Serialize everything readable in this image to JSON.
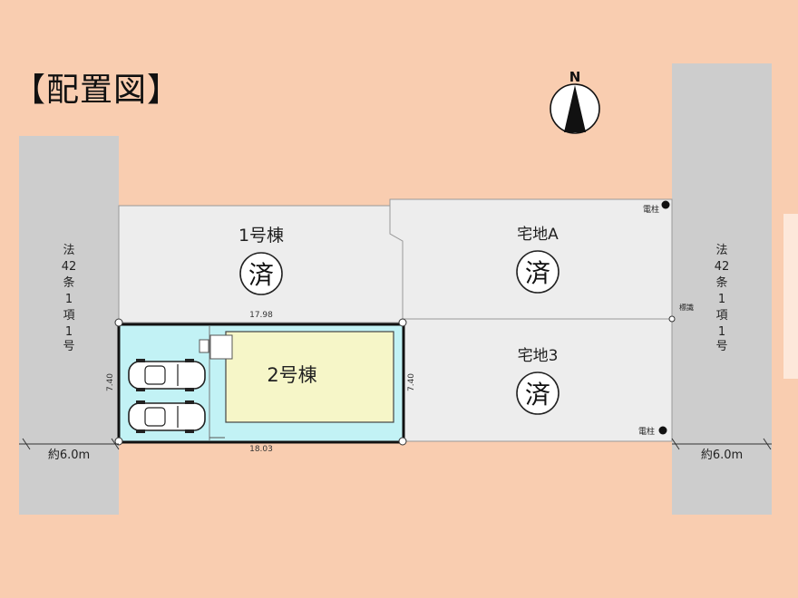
{
  "title": "【配置図】",
  "compass": {
    "label": "N"
  },
  "roads": {
    "left": {
      "label": [
        "法",
        "42",
        "条",
        "1",
        "項",
        "1",
        "号"
      ],
      "width_label": "約6.0m"
    },
    "right": {
      "label": [
        "法",
        "42",
        "条",
        "1",
        "項",
        "1",
        "号"
      ],
      "width_label": "約6.0m"
    }
  },
  "lots": {
    "lot1": {
      "name": "1号棟",
      "status": "済"
    },
    "lotA": {
      "name": "宅地A",
      "status": "済"
    },
    "lot3": {
      "name": "宅地3",
      "status": "済"
    },
    "lot2": {
      "name": "2号棟"
    }
  },
  "dimensions": {
    "top": "17.98",
    "bottom": "18.03",
    "left": "7.40",
    "right": "7.40"
  },
  "labels": {
    "pole_top": "電柱",
    "pole_bottom": "電柱",
    "marker": "標識"
  },
  "colors": {
    "background": "#f9cdb0",
    "road": "#cdcdcd",
    "lot": "#ededed",
    "parking": "#c2f2f5",
    "house": "#f6f6c8"
  }
}
